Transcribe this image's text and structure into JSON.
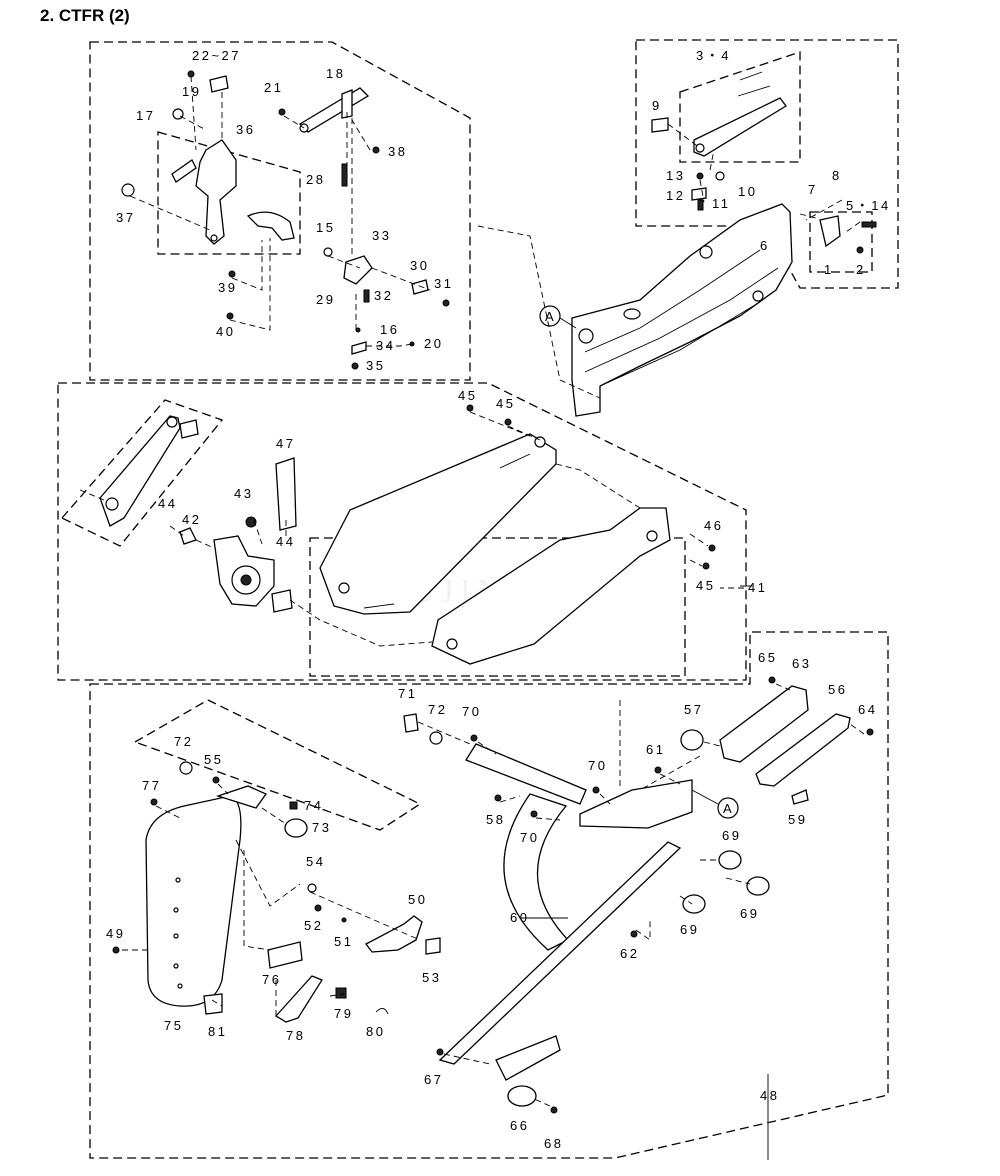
{
  "heading": "2.  CTFR (2)",
  "watermark": "FUJINTAI",
  "ref_marker": "A",
  "labels": {
    "l22_27": "22~27",
    "l19": "19",
    "l17": "17",
    "l36": "36",
    "l37": "37",
    "l21": "21",
    "l18": "18",
    "l38": "38",
    "l28": "28",
    "l15": "15",
    "l33": "33",
    "l29": "29",
    "l30": "30",
    "l31": "31",
    "l32": "32",
    "l39": "39",
    "l40": "40",
    "l16": "16",
    "l34": "34",
    "l20": "20",
    "l35": "35",
    "l3_4": "3・4",
    "l9": "9",
    "l13": "13",
    "l10": "10",
    "l12": "12",
    "l11": "11",
    "l7": "7",
    "l8": "8",
    "l5_14": "5・14",
    "l6": "6",
    "l1": "1",
    "l2": "2",
    "l45a": "45",
    "l45b": "45",
    "l45c": "45",
    "l47": "47",
    "l43": "43",
    "l44a": "44",
    "l42": "42",
    "l44b": "44",
    "l46": "46",
    "l41": "41",
    "l65": "65",
    "l63": "63",
    "l56": "56",
    "l64": "64",
    "l59": "59",
    "l57": "57",
    "l71": "71",
    "l72a": "72",
    "l70a": "70",
    "l61": "61",
    "l70b": "70",
    "l58": "58",
    "l70c": "70",
    "l72b": "72",
    "l55": "55",
    "l77": "77",
    "l74": "74",
    "l73": "73",
    "l54": "54",
    "l52": "52",
    "l51": "51",
    "l50": "50",
    "l53": "53",
    "l49": "49",
    "l76": "76",
    "l75": "75",
    "l81": "81",
    "l78": "78",
    "l79": "79",
    "l80": "80",
    "l60": "60",
    "l69a": "69",
    "l69b": "69",
    "l69c": "69",
    "l62": "62",
    "l67": "67",
    "l66": "66",
    "l68": "68",
    "l48": "48"
  }
}
